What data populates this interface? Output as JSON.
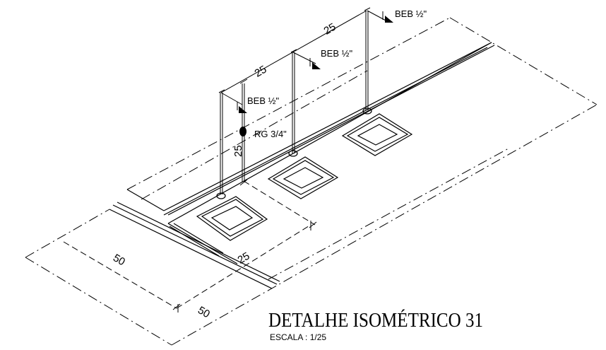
{
  "title": "DETALHE ISOMÉTRICO 31",
  "scale": "ESCALA :  1/25",
  "dimensions": {
    "d_top_right": "25",
    "d_top_left": "25",
    "d_vertical": "25",
    "d_horizontal_mid": "25",
    "d_left_50": "50",
    "d_bottom_50": "50"
  },
  "labels": {
    "beb_1": "BEB ½\"",
    "beb_2": "BEB ½\"",
    "beb_3": "BEB ½\"",
    "rg": "RG 3/4\""
  }
}
